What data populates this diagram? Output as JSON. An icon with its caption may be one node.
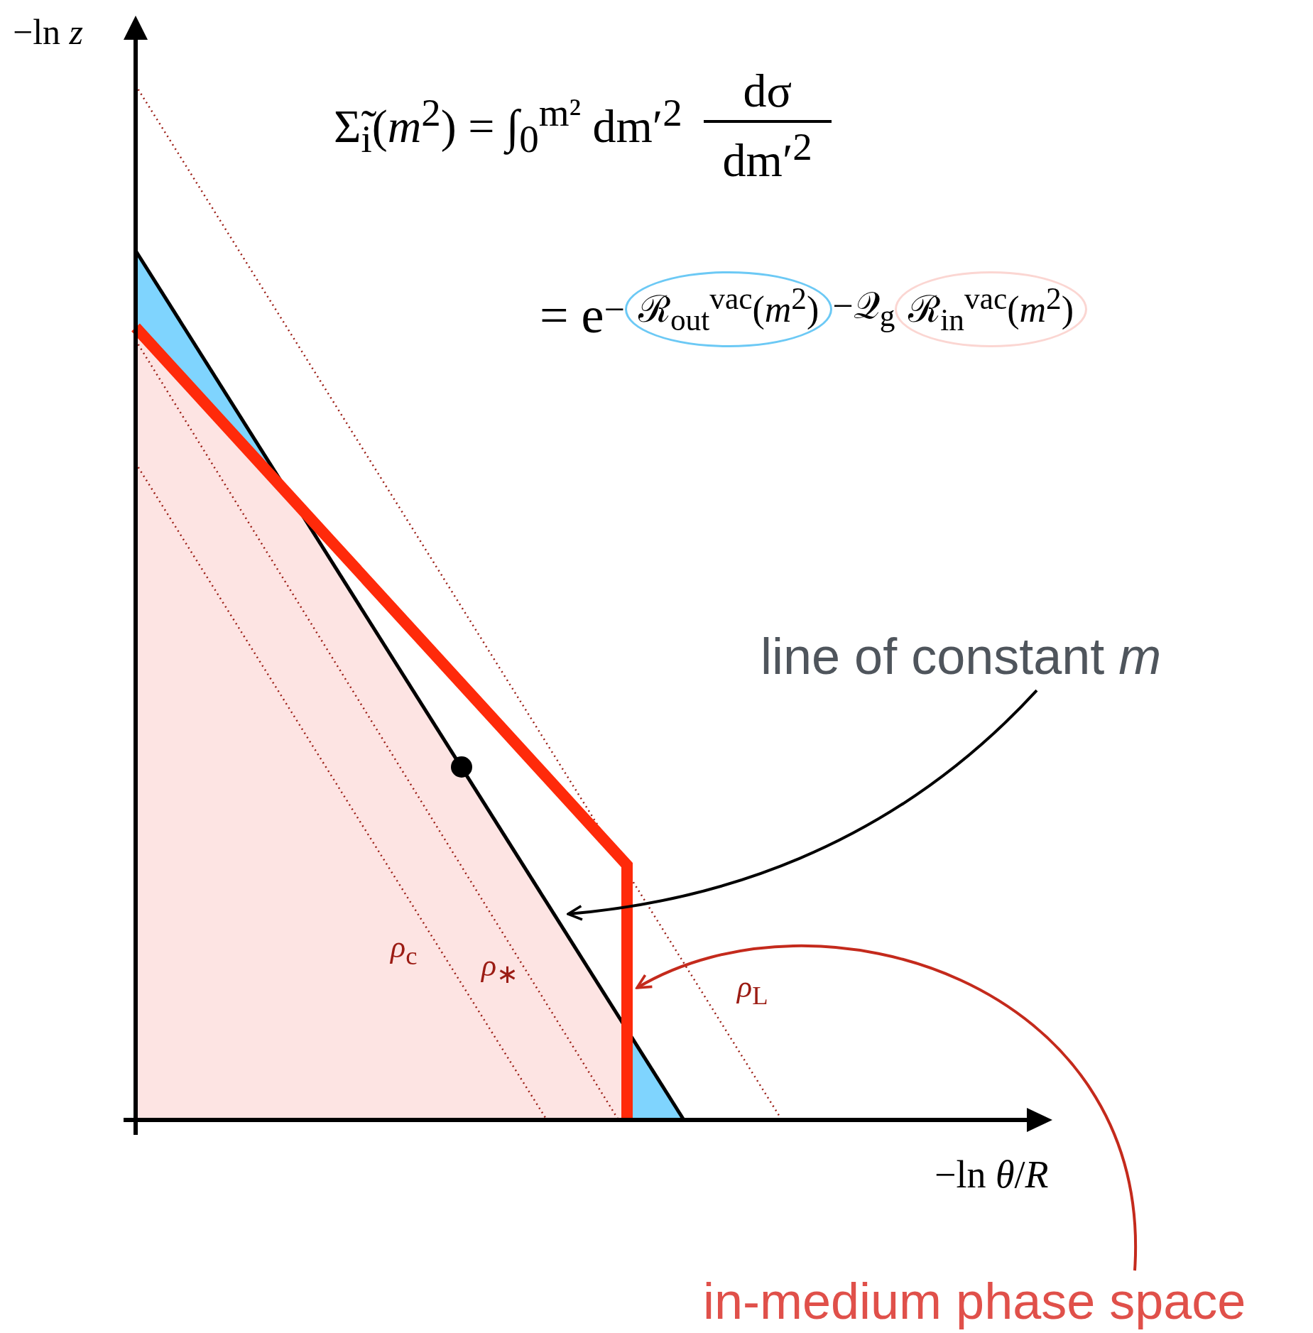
{
  "diagram": {
    "nodes": [
      {
        "text": [
          "line of constant *m*"
        ]
      },
      {
        "text": [
          "in-medium phase space"
        ]
      }
    ],
    "edges": [
      {
        "from": 0,
        "to": null,
        "arrow": "to"
      },
      {
        "from": 1,
        "to": null,
        "arrow": "to",
        "color": "#c42a1c"
      }
    ],
    "labels": [
      "−ln *z*",
      "Σ̃$_{i}$(*m*$^{2}$) = ∫$_{0}$$^{m²}$ dm′$^{2}$",
      "dσ",
      "dm′$^{2}$",
      "= e",
      "−",
      "ℛ$_{out}$$^{vac}$(*m*$^{2}$)",
      "−𝒬$_{g}$",
      "ℛ$_{in}$$^{vac}$(*m*$^{2}$)",
      "*ρ*$_{c}$",
      "*ρ*$_{∗}$",
      "*ρ*$_{L}$",
      "−ln *θ*/*R*"
    ]
  }
}
